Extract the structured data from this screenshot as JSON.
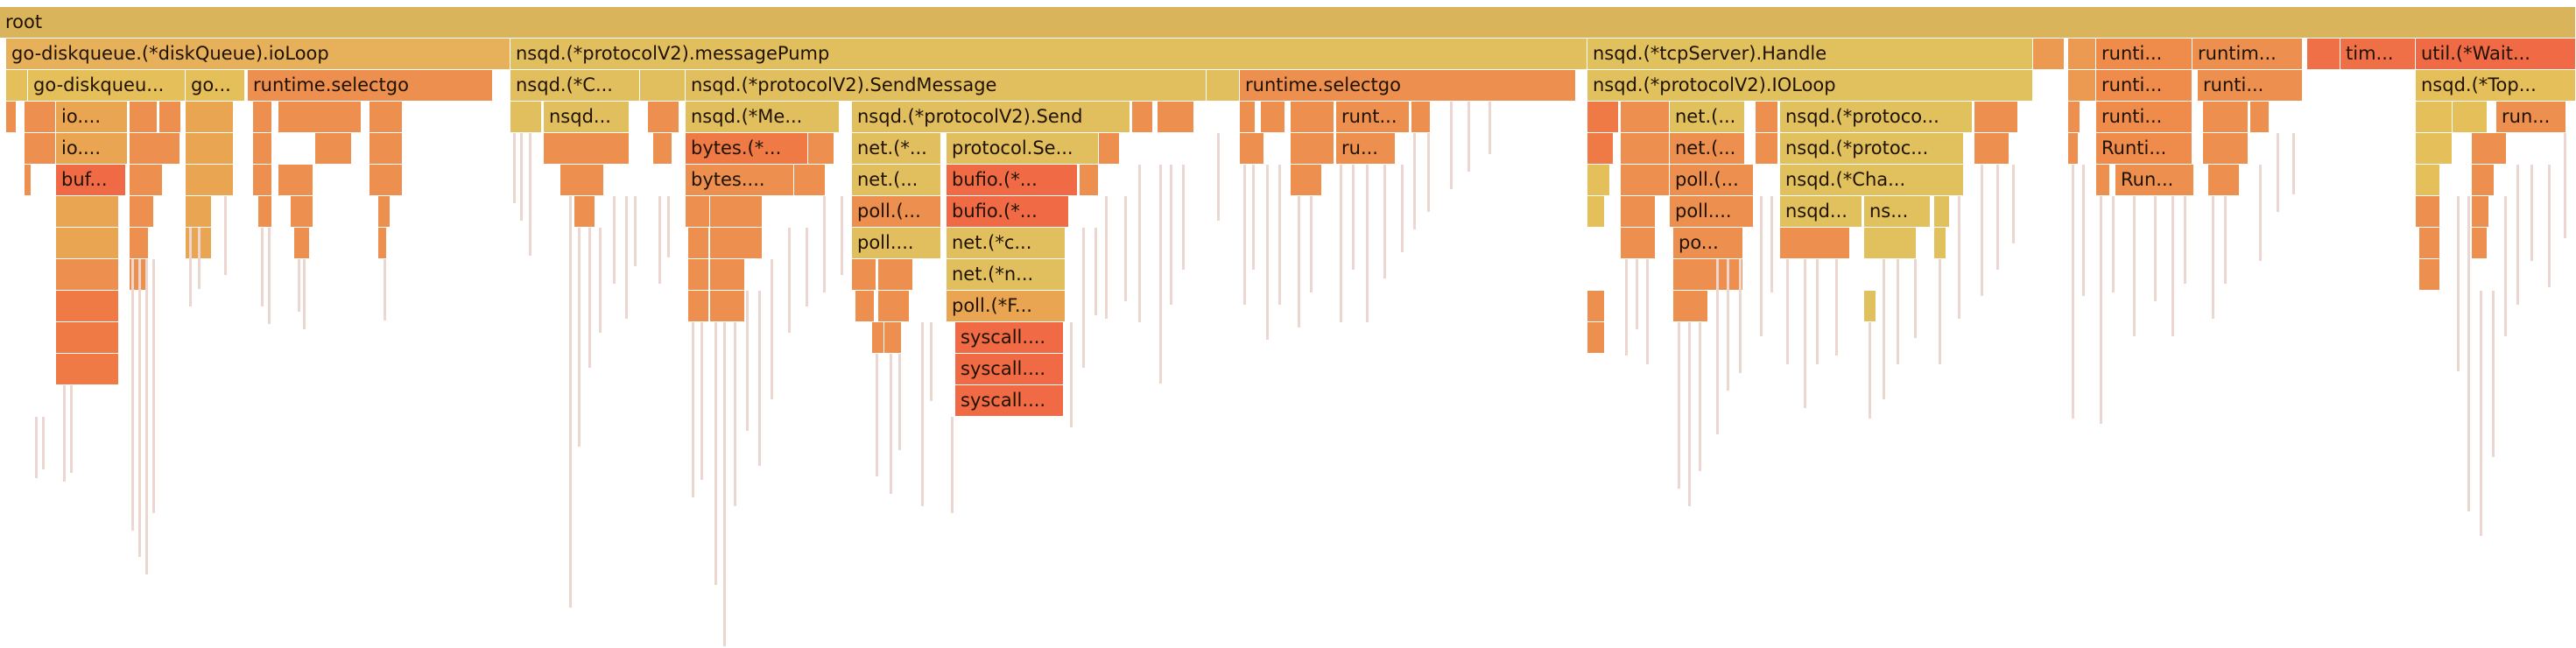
{
  "view": "flame-graph",
  "palette": {
    "root": "#dab45a",
    "yellow": "#e4bf5a",
    "amber": "#e9a552",
    "orange": "#ec8f4f",
    "deep": "#ef7a45",
    "red": "#f06a45",
    "trace": "#ecd6d0"
  },
  "frames": {
    "root": "root",
    "dq_ioloop": "go-diskqueue.(*diskQueue).ioLoop",
    "dq_child1": "go-diskqueu...",
    "dq_child2": "go...",
    "dq_selectgo": "runtime.selectgo",
    "dq_io1": "io....",
    "dq_io2": "io....",
    "dq_buf": "buf...",
    "mp": "nsqd.(*protocolV2).messagePump",
    "mp_c": "nsqd.(*C...",
    "mp_sendmessage": "nsqd.(*protocolV2).SendMessage",
    "mp_selectgo": "runtime.selectgo",
    "mp_nsqd": "nsqd...",
    "mp_me": "nsqd.(*Me...",
    "mp_send": "nsqd.(*protocolV2).Send",
    "mp_runt": "runt...",
    "mp_bytes1": "bytes.(*...",
    "mp_net1": "net.(*...",
    "mp_protocolse": "protocol.Se...",
    "mp_ru": "ru...",
    "mp_bytes2": "bytes....",
    "mp_net2": "net.(...",
    "mp_bufio1": "bufio.(*...",
    "mp_poll1": "poll.(...",
    "mp_bufio2": "bufio.(*...",
    "mp_poll2": "poll....",
    "mp_netc": "net.(*c...",
    "mp_netn": "net.(*n...",
    "mp_pollF": "poll.(*F...",
    "mp_sys1": "syscall....",
    "mp_sys2": "syscall....",
    "mp_sys3": "syscall....",
    "tcp_handle": "nsqd.(*tcpServer).Handle",
    "tcp_ioloop": "nsqd.(*protocolV2).IOLoop",
    "tcp_net1": "net.(...",
    "tcp_protoco1": "nsqd.(*protoco...",
    "tcp_net2": "net.(...",
    "tcp_protoc2": "nsqd.(*protoc...",
    "tcp_poll1": "poll.(...",
    "tcp_cha": "nsqd.(*Cha...",
    "tcp_poll2": "poll....",
    "tcp_nsqd": "nsqd...",
    "tcp_ns": "ns...",
    "tcp_po": "po...",
    "rt_runti": "runti...",
    "rt_runtim": "runtim...",
    "rt_runti2": "runti...",
    "rt_runti3": "Runti...",
    "rt_runti4": "runti...",
    "rt_runti5": "runti...",
    "rt_run": "Run...",
    "rt_tim": "tim...",
    "rt_util": "util.(*Wait...",
    "rt_top": "nsqd.(*Top...",
    "rt_run2": "run..."
  }
}
